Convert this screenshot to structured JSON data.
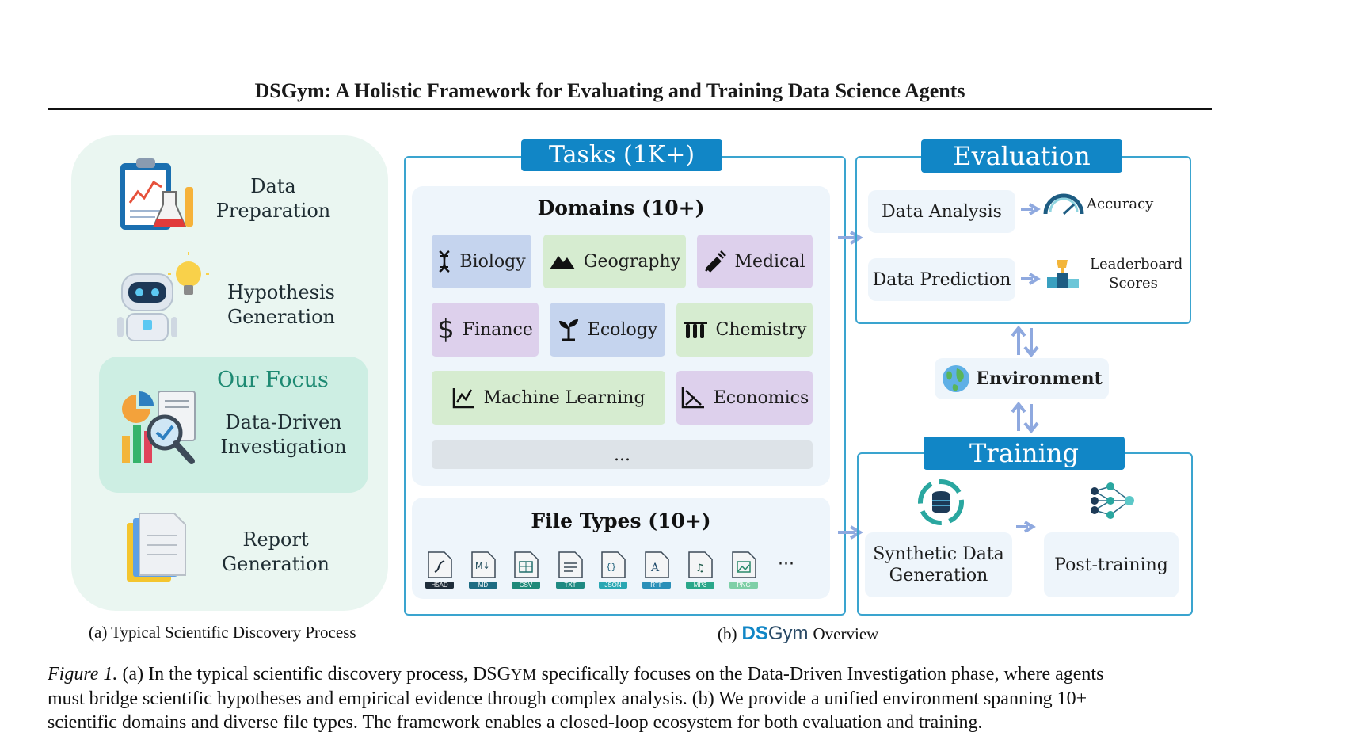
{
  "paper_title": "DSGym: A Holistic Framework for Evaluating and Training Data Science Agents",
  "left_panel": {
    "stages": [
      {
        "line1": "Data",
        "line2": "Preparation"
      },
      {
        "line1": "Hypothesis",
        "line2": "Generation"
      },
      {
        "line1": "Data-Driven",
        "line2": "Investigation"
      },
      {
        "line1": "Report",
        "line2": "Generation"
      }
    ],
    "focus_label": "Our Focus",
    "caption": "(a) Typical Scientific Discovery Process"
  },
  "tasks": {
    "header": "Tasks (1K+)",
    "domains_title": "Domains (10+)",
    "domains": [
      "Biology",
      "Geography",
      "Medical",
      "Finance",
      "Ecology",
      "Chemistry",
      "Machine Learning",
      "Economics"
    ],
    "more": "...",
    "file_types_title": "File Types (10+)",
    "file_types": [
      "H5AD",
      "MD",
      "CSV",
      "TXT",
      "JSON",
      "RTF",
      "MP3",
      "PNG"
    ],
    "file_more": "···"
  },
  "evaluation": {
    "header": "Evaluation",
    "rows": [
      {
        "task": "Data Analysis",
        "metric": "Accuracy"
      },
      {
        "task": "Data Prediction",
        "metric_line1": "Leaderboard",
        "metric_line2": "Scores"
      }
    ]
  },
  "environment": {
    "label": "Environment"
  },
  "training": {
    "header": "Training",
    "steps": [
      {
        "line1": "Synthetic Data",
        "line2": "Generation"
      },
      {
        "line1": "Post-training"
      }
    ]
  },
  "overview_caption": {
    "prefix": "(b)",
    "logo_ds": "DS",
    "logo_gym": "Gym",
    "suffix": "Overview"
  },
  "figure_caption": {
    "label": "Figure 1.",
    "line1": "(a) In the typical scientific discovery process, DSG",
    "line1_sc": "YM",
    "line1_rest": " specifically focuses on the Data-Driven Investigation phase, where agents",
    "line2": "must bridge scientific hypotheses and empirical evidence through complex analysis. (b) We provide a unified environment spanning 10+",
    "line3": "scientific domains and diverse file types. The framework enables a closed-loop ecosystem for both evaluation and training."
  },
  "colors": {
    "accent_blue": "#1186c6",
    "frame_blue": "#3aa4cf",
    "focus_green": "#1e8a73",
    "arrow": "#8fa9df"
  }
}
